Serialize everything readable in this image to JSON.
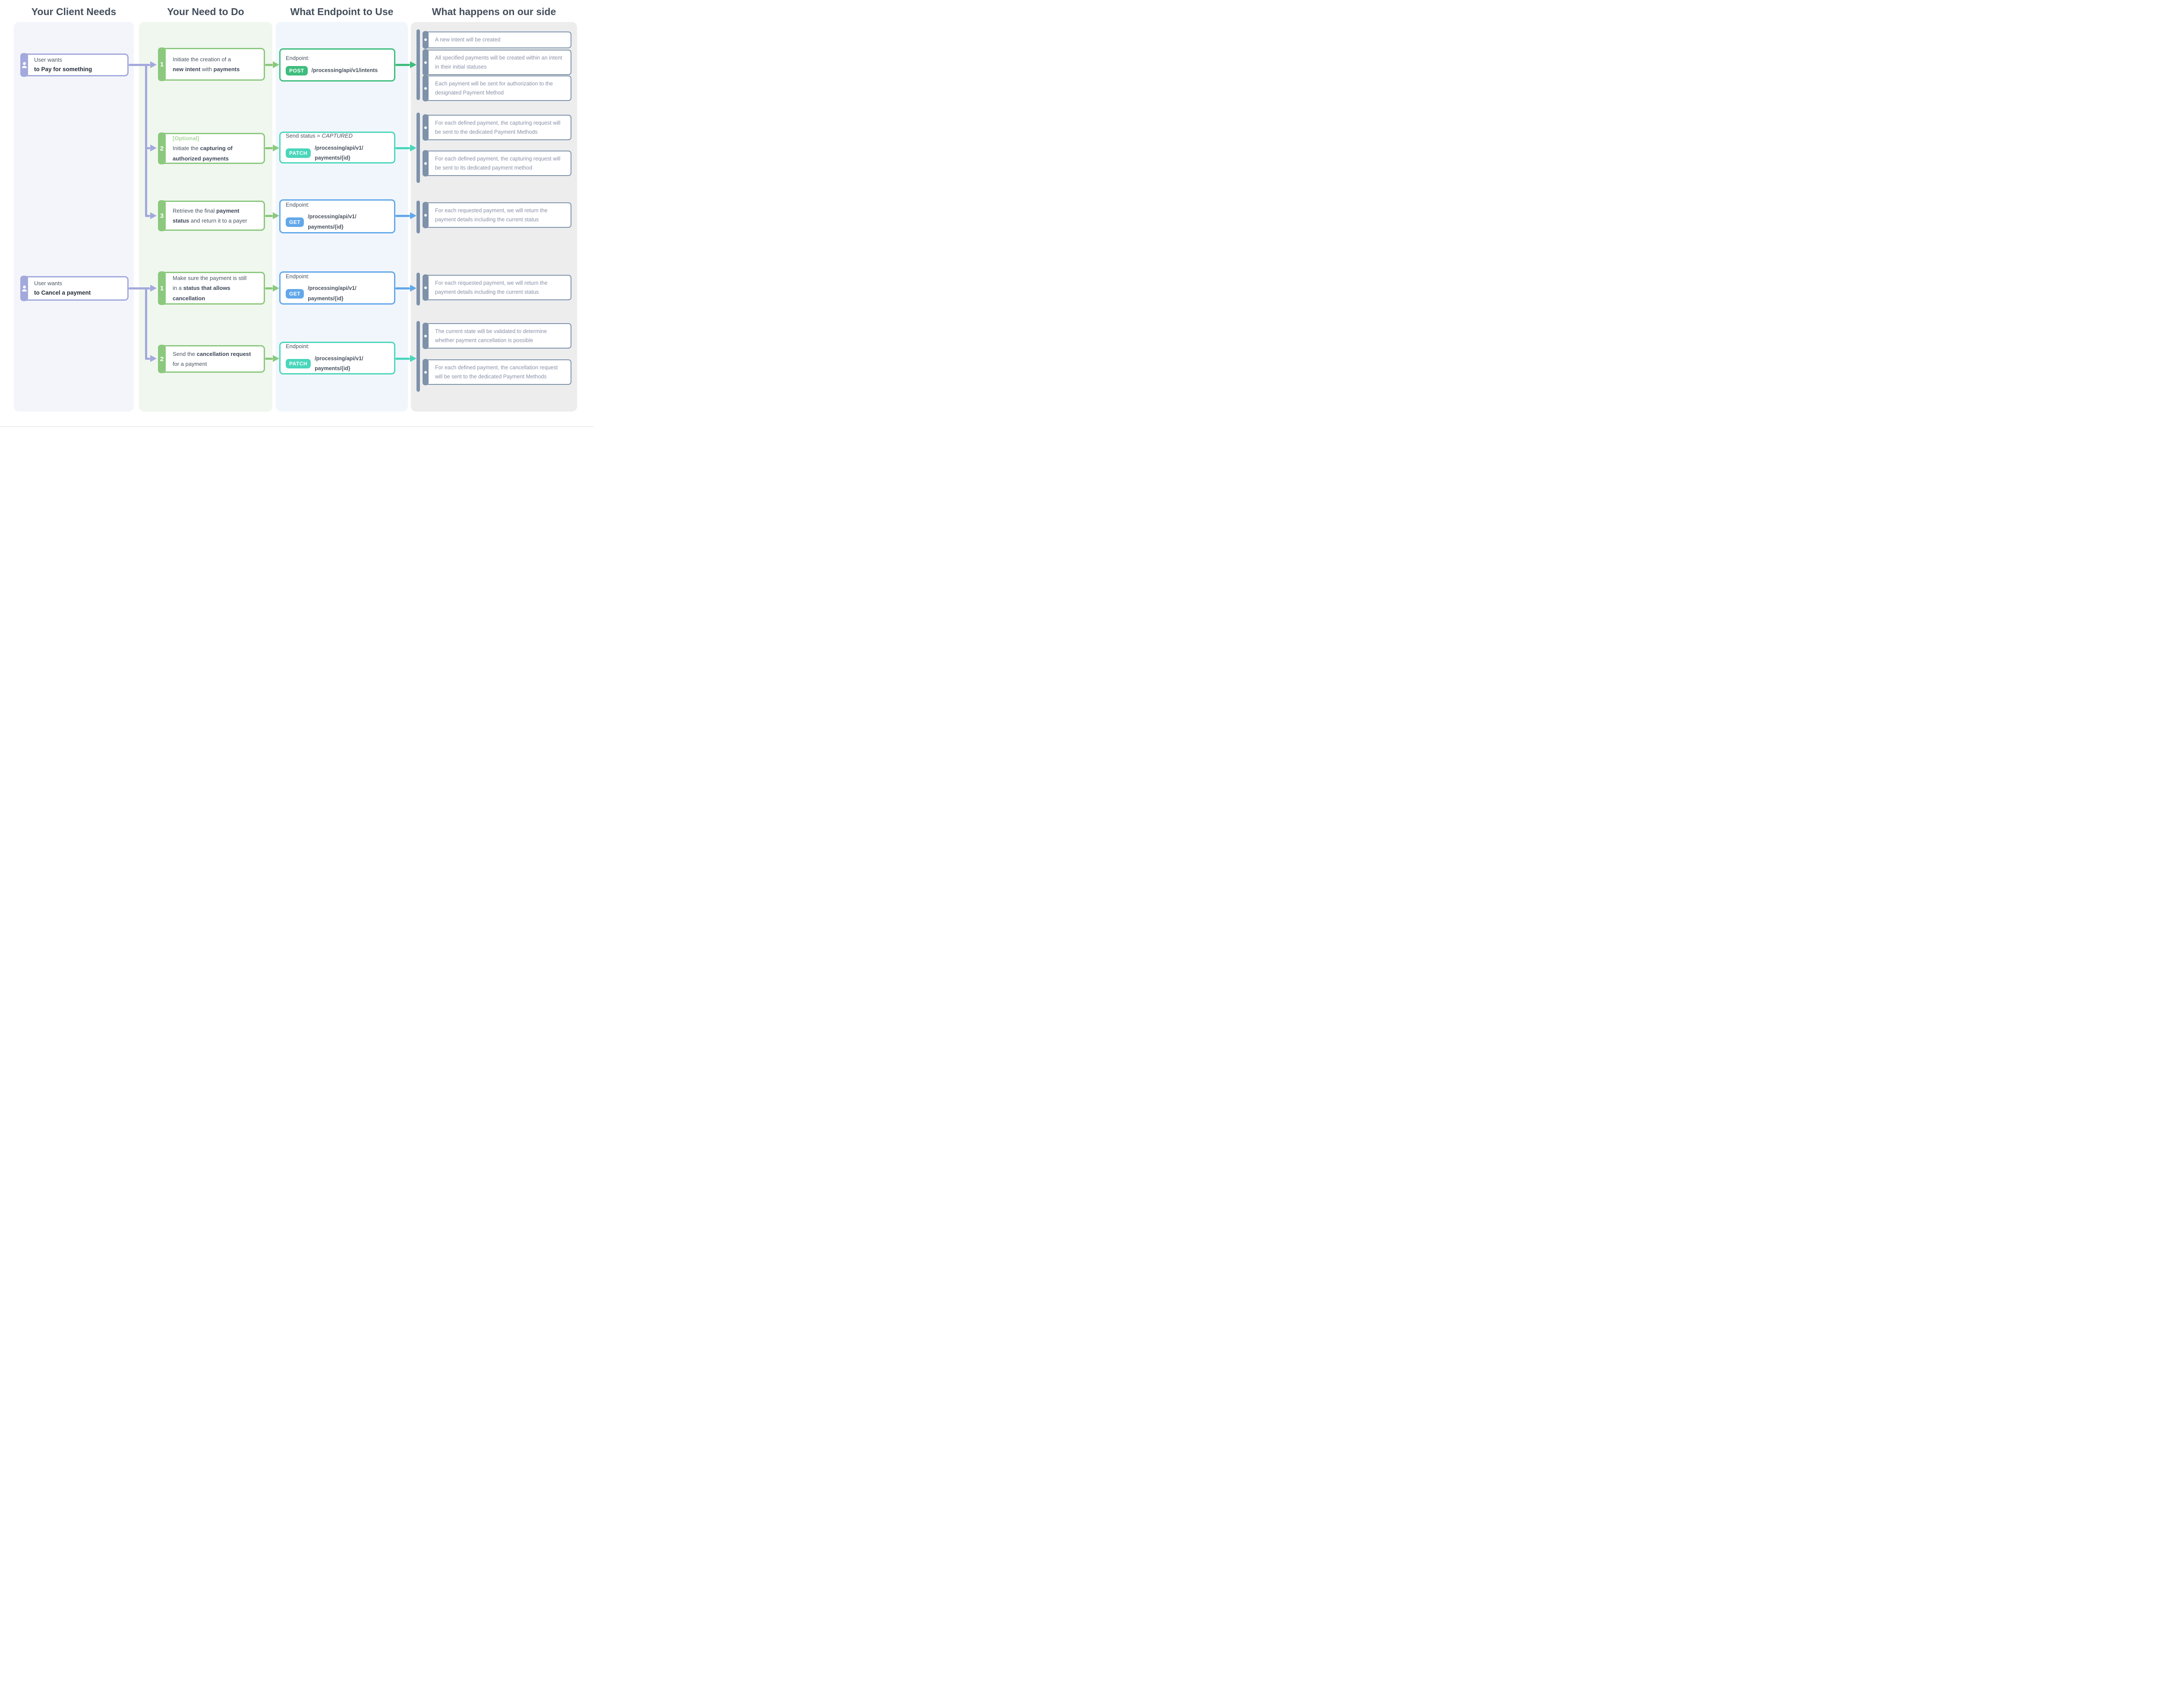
{
  "colors": {
    "purple": "#a3a9dc",
    "green-step": "#8cc87e",
    "green-ep": "#3ebd7d",
    "teal": "#49d6bb",
    "blue": "#62a7e9",
    "slate": "#7e92a9",
    "text-dark": "#444e5c",
    "text-body": "#4b5563",
    "text-outcome": "#8a91a8",
    "optional-green": "#a8d79b",
    "col1-bg": "#f4f5fb",
    "col2-bg": "#f0f7ee",
    "col3-bg": "#f1f6fd",
    "col4-bg": "#ededee"
  },
  "headers": [
    "Your Client Needs",
    "Your Need to Do",
    "What Endpoint to Use",
    "What happens on our side"
  ],
  "client_boxes": [
    {
      "line1": "User wants",
      "line2": "to Pay for something",
      "icon": "user-icon"
    },
    {
      "line1": "User wants",
      "line2": "to Cancel a payment",
      "icon": "user-icon"
    }
  ],
  "steps": [
    {
      "num": "1",
      "parts": [
        {
          "text": "Initiate the creation of a",
          "br": true
        },
        {
          "text": "new intent",
          "bold": true
        },
        {
          "text": " with "
        },
        {
          "text": "payments",
          "bold": true
        }
      ]
    },
    {
      "num": "2",
      "parts": [
        {
          "text": "[Optional]",
          "optional": true,
          "br": true
        },
        {
          "text": "Initiate the "
        },
        {
          "text": "capturing of",
          "bold": true,
          "br": true
        },
        {
          "text": "authorized payments",
          "bold": true
        }
      ]
    },
    {
      "num": "3",
      "parts": [
        {
          "text": "Retrieve the final "
        },
        {
          "text": "payment",
          "bold": true,
          "br": true
        },
        {
          "text": "status",
          "bold": true
        },
        {
          "text": " and return it to a payer"
        }
      ]
    },
    {
      "num": "1",
      "parts": [
        {
          "text": "Make sure the payment is still",
          "br": true
        },
        {
          "text": "in a "
        },
        {
          "text": "status that allows",
          "bold": true,
          "br": true
        },
        {
          "text": "cancellation",
          "bold": true
        }
      ]
    },
    {
      "num": "2",
      "parts": [
        {
          "text": "Send the "
        },
        {
          "text": "cancellation request",
          "bold": true,
          "br": true
        },
        {
          "text": "for a payment"
        }
      ]
    }
  ],
  "endpoints": [
    {
      "label_parts": [
        {
          "text": "Endpoint:"
        }
      ],
      "method": "POST",
      "path_line1": "/processing/api/v1/intents",
      "path_line2": ""
    },
    {
      "label_parts": [
        {
          "text": "Send status = "
        },
        {
          "text": "CAPTURED",
          "italic": true
        }
      ],
      "method": "PATCH",
      "path_line1": "/processing/api/v1/",
      "path_line2": "payments/{id}"
    },
    {
      "label_parts": [
        {
          "text": "Endpoint:"
        }
      ],
      "method": "GET",
      "path_line1": "/processing/api/v1/",
      "path_line2": "payments/{id}"
    },
    {
      "label_parts": [
        {
          "text": "Endpoint:"
        }
      ],
      "method": "GET",
      "path_line1": "/processing/api/v1/",
      "path_line2": "payments/{id}"
    },
    {
      "label_parts": [
        {
          "text": "Endpoint:"
        }
      ],
      "method": "PATCH",
      "path_line1": "/processing/api/v1/",
      "path_line2": "payments/{id}"
    }
  ],
  "outcome_groups": [
    [
      "A new intent will be created",
      "All specified payments will be created within an intent in their initial statuses",
      "Each payment will be sent for authorization to the designated Payment Method"
    ],
    [
      "For each defined payment, the capturing request will be sent to the dedicated Payment Methods",
      "For each defined payment, the capturing request will be sent to its dedicated payment method"
    ],
    [
      "For each requested payment, we will return the payment details including the current status"
    ],
    [
      "For each requested payment, we will return the payment details including the current status"
    ],
    [
      "The current state will be validated to determine whether payment cancellation is possible",
      "For each defined payment, the cancellation request will be sent to the dedicated Payment Methods"
    ]
  ]
}
